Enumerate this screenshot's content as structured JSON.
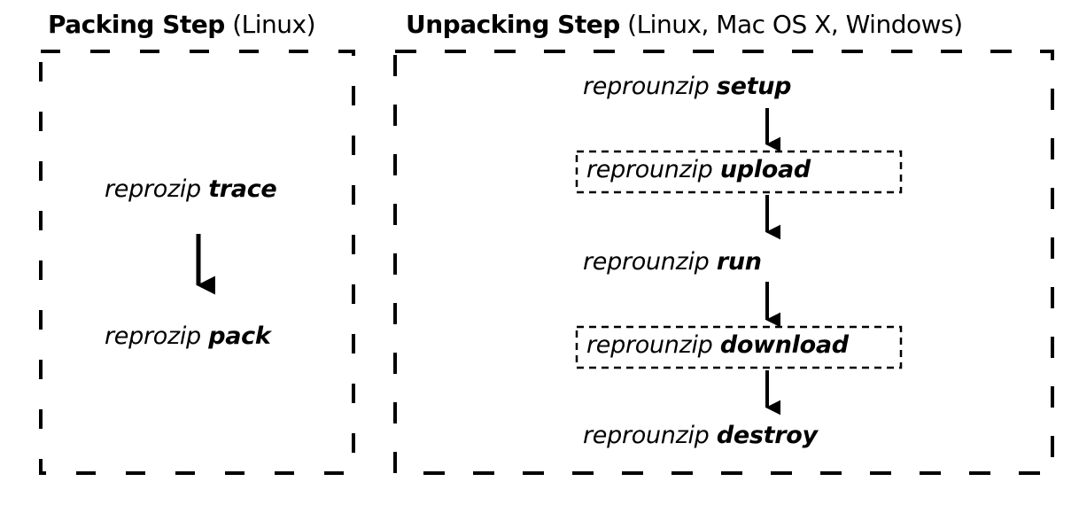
{
  "packing": {
    "title_bold": "Packing Step",
    "title_rest": "(Linux)",
    "steps": [
      {
        "tool": "reprozip",
        "verb": "trace"
      },
      {
        "tool": "reprozip",
        "verb": "pack"
      }
    ]
  },
  "unpacking": {
    "title_bold": "Unpacking Step",
    "title_rest": "(Linux, Mac OS X, Windows)",
    "steps": [
      {
        "tool": "reprounzip",
        "verb": "setup",
        "optional": false
      },
      {
        "tool": "reprounzip",
        "verb": "upload",
        "optional": true
      },
      {
        "tool": "reprounzip",
        "verb": "run",
        "optional": false
      },
      {
        "tool": "reprounzip",
        "verb": "download",
        "optional": true
      },
      {
        "tool": "reprounzip",
        "verb": "destroy",
        "optional": false
      }
    ]
  },
  "colors": {
    "ink": "#000000",
    "background": "#ffffff"
  }
}
